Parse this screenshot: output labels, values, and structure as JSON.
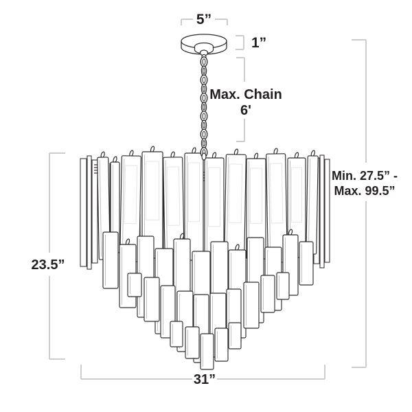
{
  "labels": {
    "canopy_width": "5”",
    "canopy_height": "1”",
    "max_chain_line1": "Max. Chain",
    "max_chain_line2": "6'",
    "overall_height_line1": "Min. 27.5” -",
    "overall_height_line2": "Max. 99.5”",
    "body_height": "23.5”",
    "body_width": "31”"
  },
  "colors": {
    "outline": "#2e2b2c",
    "detail_line": "#b9b9b9",
    "faint_line": "#e2e2e2",
    "dimension_line": "#c6c6c6",
    "text": "#231f20",
    "background": "#ffffff"
  }
}
